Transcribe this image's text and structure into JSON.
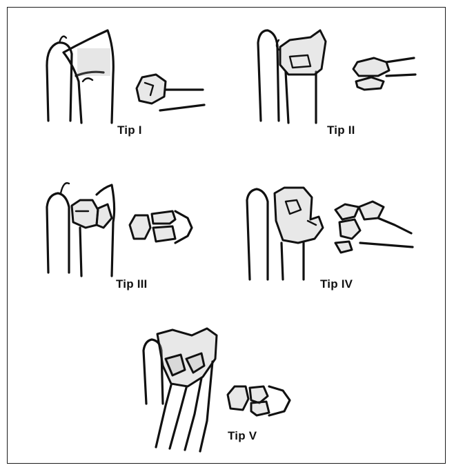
{
  "figure": {
    "panels": [
      {
        "id": "tip-1",
        "label": "Tip I"
      },
      {
        "id": "tip-2",
        "label": "Tip II"
      },
      {
        "id": "tip-3",
        "label": "Tip III"
      },
      {
        "id": "tip-4",
        "label": "Tip IV"
      },
      {
        "id": "tip-5",
        "label": "Tip V"
      }
    ]
  }
}
